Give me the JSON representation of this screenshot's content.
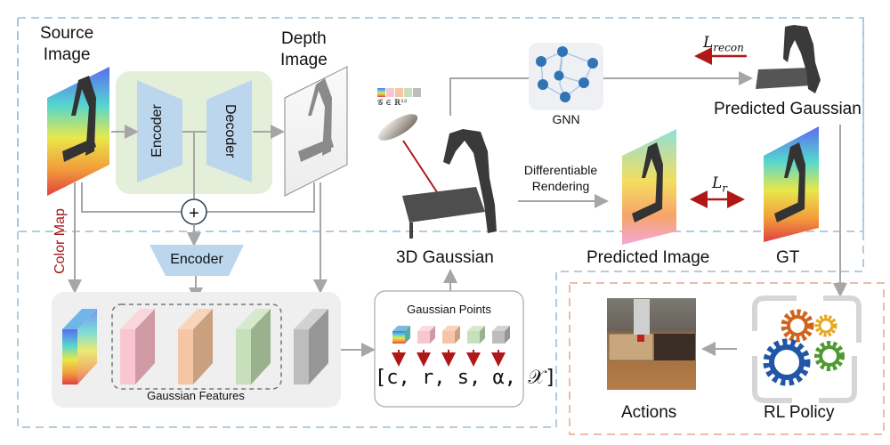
{
  "labels": {
    "source_image": [
      "Source",
      "Image"
    ],
    "depth_image": [
      "Depth",
      "Image"
    ],
    "encoder_main": "Encoder",
    "decoder_main": "Decoder",
    "encoder_small": "Encoder",
    "color_map": "Color Map",
    "gaussian_features": "Gaussian Features",
    "gaussian_points": "Gaussian Points",
    "gaussian_vector": "[c, r, s, α, 𝒳]",
    "gaussian_space": "𝒢 ∈ ℝ¹²",
    "three_d_gaussian": "3D Gaussian",
    "gnn": "GNN",
    "differentiable_rendering": [
      "Differentiable",
      "Rendering"
    ],
    "l_recon": "L",
    "l_recon_sub": "recon",
    "l_r": "L",
    "l_r_sub": "r",
    "predicted_gaussian": "Predicted Gaussian",
    "predicted_image": "Predicted Image",
    "gt": "GT",
    "actions": "Actions",
    "rl_policy": "RL Policy",
    "plus": "+"
  },
  "colors": {
    "dashed_blue": "#9bbbd4",
    "dashed_orange": "#e0a98a",
    "arrow_gray": "#a6a6a6",
    "arrow_red": "#b01818",
    "encoder_blue": "#bcd6ee",
    "green_panel": "#e3efd9",
    "feature_panel": "#efefef",
    "pink": "#f9c6cf",
    "peach": "#f5c6a5",
    "green": "#c7e0bb",
    "gray": "#bdbdbd",
    "gnn_node": "#2f74b5",
    "gear_orange": "#d0641c",
    "gear_yellow": "#e8a820",
    "gear_blue": "#2156a6",
    "gear_green": "#4f9a30",
    "color_map_label": "#a31515"
  }
}
